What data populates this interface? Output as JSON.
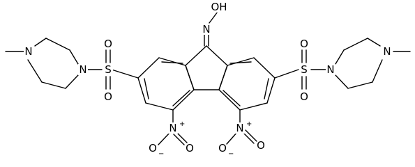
{
  "molecule": {
    "atoms": {
      "oxime_N": "N",
      "oxime_OH": "OH",
      "left_S": "S",
      "left_O_top": "O",
      "left_O_bottom": "O",
      "left_pip_N1": "N",
      "left_pip_N4": "N",
      "right_S": "S",
      "right_O_top": "O",
      "right_O_bottom": "O",
      "right_pip_N1": "N",
      "right_pip_N4": "N",
      "left_nitro_N": "N",
      "left_nitro_N_charge": "+",
      "left_nitro_O_double": "O",
      "left_nitro_O_single": "O",
      "left_nitro_O_charge": "−",
      "right_nitro_N": "N",
      "right_nitro_N_charge": "+",
      "right_nitro_O_double": "O",
      "right_nitro_O_single": "O",
      "right_nitro_O_charge": "−"
    }
  }
}
